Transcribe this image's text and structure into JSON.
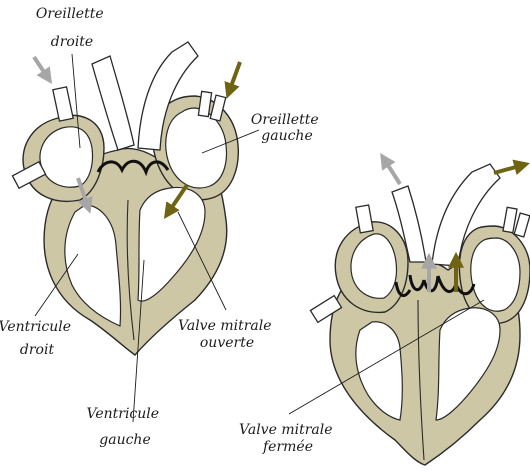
{
  "labels": {
    "oreillette_droite": [
      "Oreillette",
      "droite"
    ],
    "oreillette_gauche": [
      "Oreillette",
      "gauche"
    ],
    "ventricule_droit": [
      "Ventricule",
      "droit"
    ],
    "ventricule_gauche": [
      "Ventricule",
      "gauche"
    ],
    "valve_mitrale_ouverte": [
      "Valve mitrale",
      "ouverte"
    ],
    "valve_mitrale_fermee": [
      "Valve mitrale",
      "fermée"
    ]
  },
  "colors": {
    "muscle": "#cdc7a5",
    "outline": "#2a2a2a",
    "arrow_gray": "#a6a6a6",
    "arrow_olive": "#6e6412",
    "valve": "#111111"
  }
}
